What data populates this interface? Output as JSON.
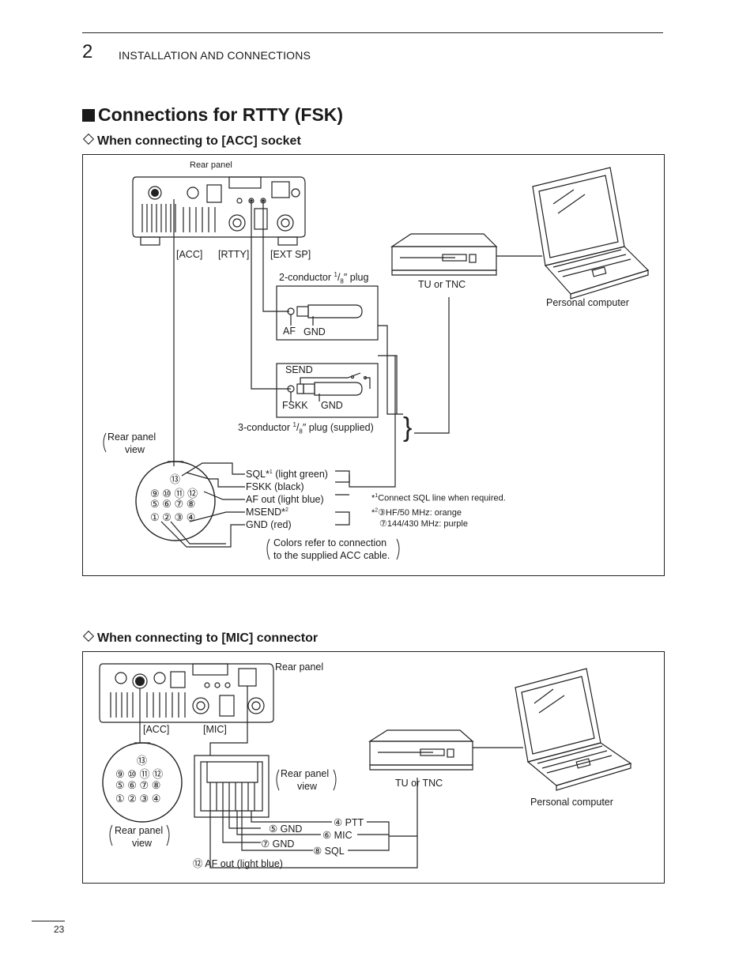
{
  "header": {
    "chapter_number": "2",
    "chapter_title": "INSTALLATION AND CONNECTIONS"
  },
  "section_title": "Connections for RTTY (FSK)",
  "acc": {
    "subtitle": "When connecting to [ACC] socket",
    "rear_panel": "Rear panel",
    "jack_acc": "[ACC]",
    "jack_rtty": "[RTTY]",
    "jack_ext_sp": "[EXT SP]",
    "plug2_label_a": "2-conductor ",
    "plug2_label_frac_top": "1",
    "plug2_label_frac_bot": "8",
    "plug2_label_b": "″ plug",
    "plug2_af": "AF",
    "plug2_gnd": "GND",
    "plug3_send": "SEND",
    "plug3_fskk": "FSKK",
    "plug3_gnd": "GND",
    "plug3_label_a": "3-conductor ",
    "plug3_label_frac_top": "1",
    "plug3_label_frac_bot": "8",
    "plug3_label_b": "″ plug (supplied)",
    "tu_label": "TU or TNC",
    "pc_label": "Personal computer",
    "rear_view_1": "Rear panel",
    "rear_view_2": "view",
    "pins_row_top": "⑬",
    "pins_row1": "⑨ ⑩ ⑪ ⑫",
    "pins_row2": "⑤ ⑥ ⑦ ⑧",
    "pins_row3": "① ② ③ ④",
    "sig_sql": "SQL*",
    "sig_sql_sup": "1",
    "sig_sql_color": " (light green)",
    "sig_fskk": "FSKK (black)",
    "sig_af": "AF out (light blue)",
    "sig_msend": "MSEND*",
    "sig_msend_sup": "2",
    "sig_gnd": "GND (red)",
    "note1_mark": "*",
    "note1_sup": "1",
    "note1_text": "Connect SQL line when required.",
    "note2_mark": "*",
    "note2_sup": "2",
    "note2_line1": "③HF/50 MHz: orange",
    "note2_line2": "⑦144/430 MHz: purple",
    "colors_note_1": "Colors refer to connection",
    "colors_note_2": "to the supplied ACC cable."
  },
  "mic": {
    "subtitle": "When connecting to [MIC] connector",
    "rear_panel": "Rear panel",
    "jack_acc": "[ACC]",
    "jack_mic": "[MIC]",
    "rear_view_1": "Rear panel",
    "rear_view_2": "view",
    "rear_view_mic_1": "Rear panel",
    "rear_view_mic_2": "view",
    "pins_row_top": "⑬",
    "pins_row1": "⑨ ⑩ ⑪ ⑫",
    "pins_row2": "⑤ ⑥ ⑦ ⑧",
    "pins_row3": "① ② ③ ④",
    "tu_label": "TU or TNC",
    "pc_label": "Personal computer",
    "sig_ptt": "④ PTT",
    "sig_gnd5": "⑤ GND",
    "sig_mic": "⑥ MIC",
    "sig_gnd7": "⑦ GND",
    "sig_sql": "⑧ SQL",
    "sig_af": "⑫ AF out (light blue)"
  },
  "page_number": "23"
}
